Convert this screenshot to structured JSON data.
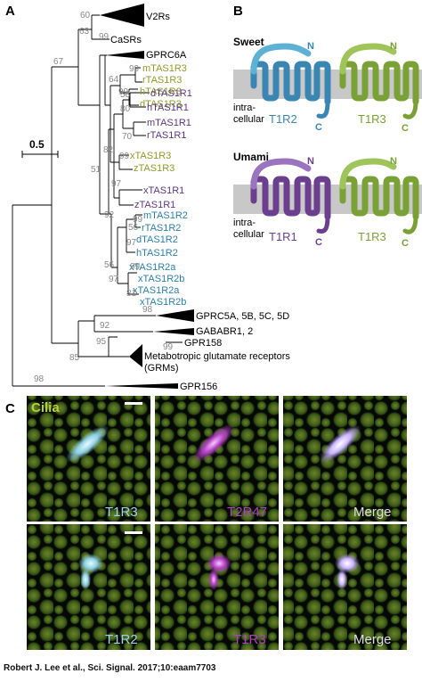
{
  "panels": {
    "a": "A",
    "b": "B",
    "c": "C"
  },
  "tree": {
    "scale_label": "0.5",
    "clades": [
      "V2Rs",
      "CaSRs",
      "GPRC6A",
      "GPRC5A, 5B, 5C, 5D",
      "GABABR1, 2",
      "GPR158",
      "Metabotropic glutamate receptors",
      "(GRMs)",
      "GPR156"
    ],
    "tas1r3": [
      "mTAS1R3",
      "rTAS1R3",
      "hTAS1R3",
      "dTAS1R3",
      "xTAS1R3",
      "zTAS1R3"
    ],
    "tas1r1": [
      "dTAS1R1",
      "hTAS1R1",
      "mTAS1R1",
      "rTAS1R1",
      "xTAS1R1",
      "zTAS1R1"
    ],
    "tas1r2": [
      "mTAS1R2",
      "rTAS1R2",
      "dTAS1R2",
      "hTAS1R2",
      "xTAS1R2a",
      "xTAS1R2b",
      "xTAS1R2a",
      "xTAS1R2b"
    ],
    "bootstrap": [
      "60",
      "63",
      "99",
      "67",
      "99",
      "64",
      "99",
      "99",
      "58",
      "80",
      "70",
      "82",
      "97",
      "51",
      "92",
      "99",
      "56",
      "97",
      "99",
      "81",
      "97",
      "56",
      "98",
      "92",
      "95",
      "99",
      "85",
      "98"
    ]
  },
  "receptors": {
    "sweet_title": "Sweet",
    "umami_title": "Umami",
    "intracellular": [
      "intra-",
      "cellular"
    ],
    "n_term": "N",
    "c_term": "C",
    "sweet_labels": [
      "T1R2",
      "T1R3"
    ],
    "umami_labels": [
      "T1R1",
      "T1R3"
    ],
    "colors": {
      "t1r2": "#3a86b3",
      "t1r3": "#79a135",
      "t1r1": "#6b3f8e",
      "membrane": "#c8c8c8"
    }
  },
  "micrographs": {
    "cilia_label": "Cilia",
    "row1": [
      "T1R3",
      "T2R47",
      "Merge"
    ],
    "row2": [
      "T1R2",
      "T1R3",
      "Merge"
    ]
  },
  "credit": "Robert J. Lee et al., Sci. Signal. 2017;10:eaam7703"
}
